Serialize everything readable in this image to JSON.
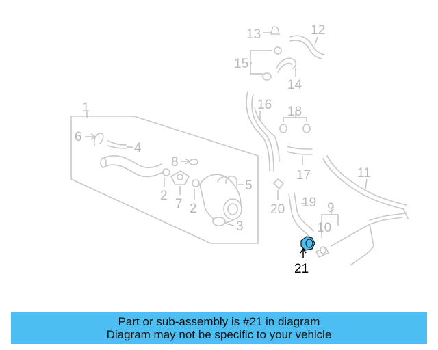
{
  "diagram": {
    "callouts": [
      {
        "id": "c1",
        "label": "1"
      },
      {
        "id": "c2a",
        "label": "2"
      },
      {
        "id": "c2b",
        "label": "2"
      },
      {
        "id": "c3",
        "label": "3"
      },
      {
        "id": "c4",
        "label": "4"
      },
      {
        "id": "c5",
        "label": "5"
      },
      {
        "id": "c6",
        "label": "6"
      },
      {
        "id": "c7",
        "label": "7"
      },
      {
        "id": "c8",
        "label": "8"
      },
      {
        "id": "c9",
        "label": "9"
      },
      {
        "id": "c10",
        "label": "10"
      },
      {
        "id": "c11",
        "label": "11"
      },
      {
        "id": "c12",
        "label": "12"
      },
      {
        "id": "c13",
        "label": "13"
      },
      {
        "id": "c14",
        "label": "14"
      },
      {
        "id": "c15",
        "label": "15"
      },
      {
        "id": "c16",
        "label": "16"
      },
      {
        "id": "c17",
        "label": "17"
      },
      {
        "id": "c18",
        "label": "18"
      },
      {
        "id": "c19",
        "label": "19"
      },
      {
        "id": "c20",
        "label": "20"
      }
    ],
    "highlight": {
      "label": "21",
      "color": "#4dbef2"
    }
  },
  "footer": {
    "line1": "Part or sub-assembly is #21 in diagram",
    "line2": "Diagram may not be specific to your vehicle",
    "background_color": "#4dbef2"
  }
}
